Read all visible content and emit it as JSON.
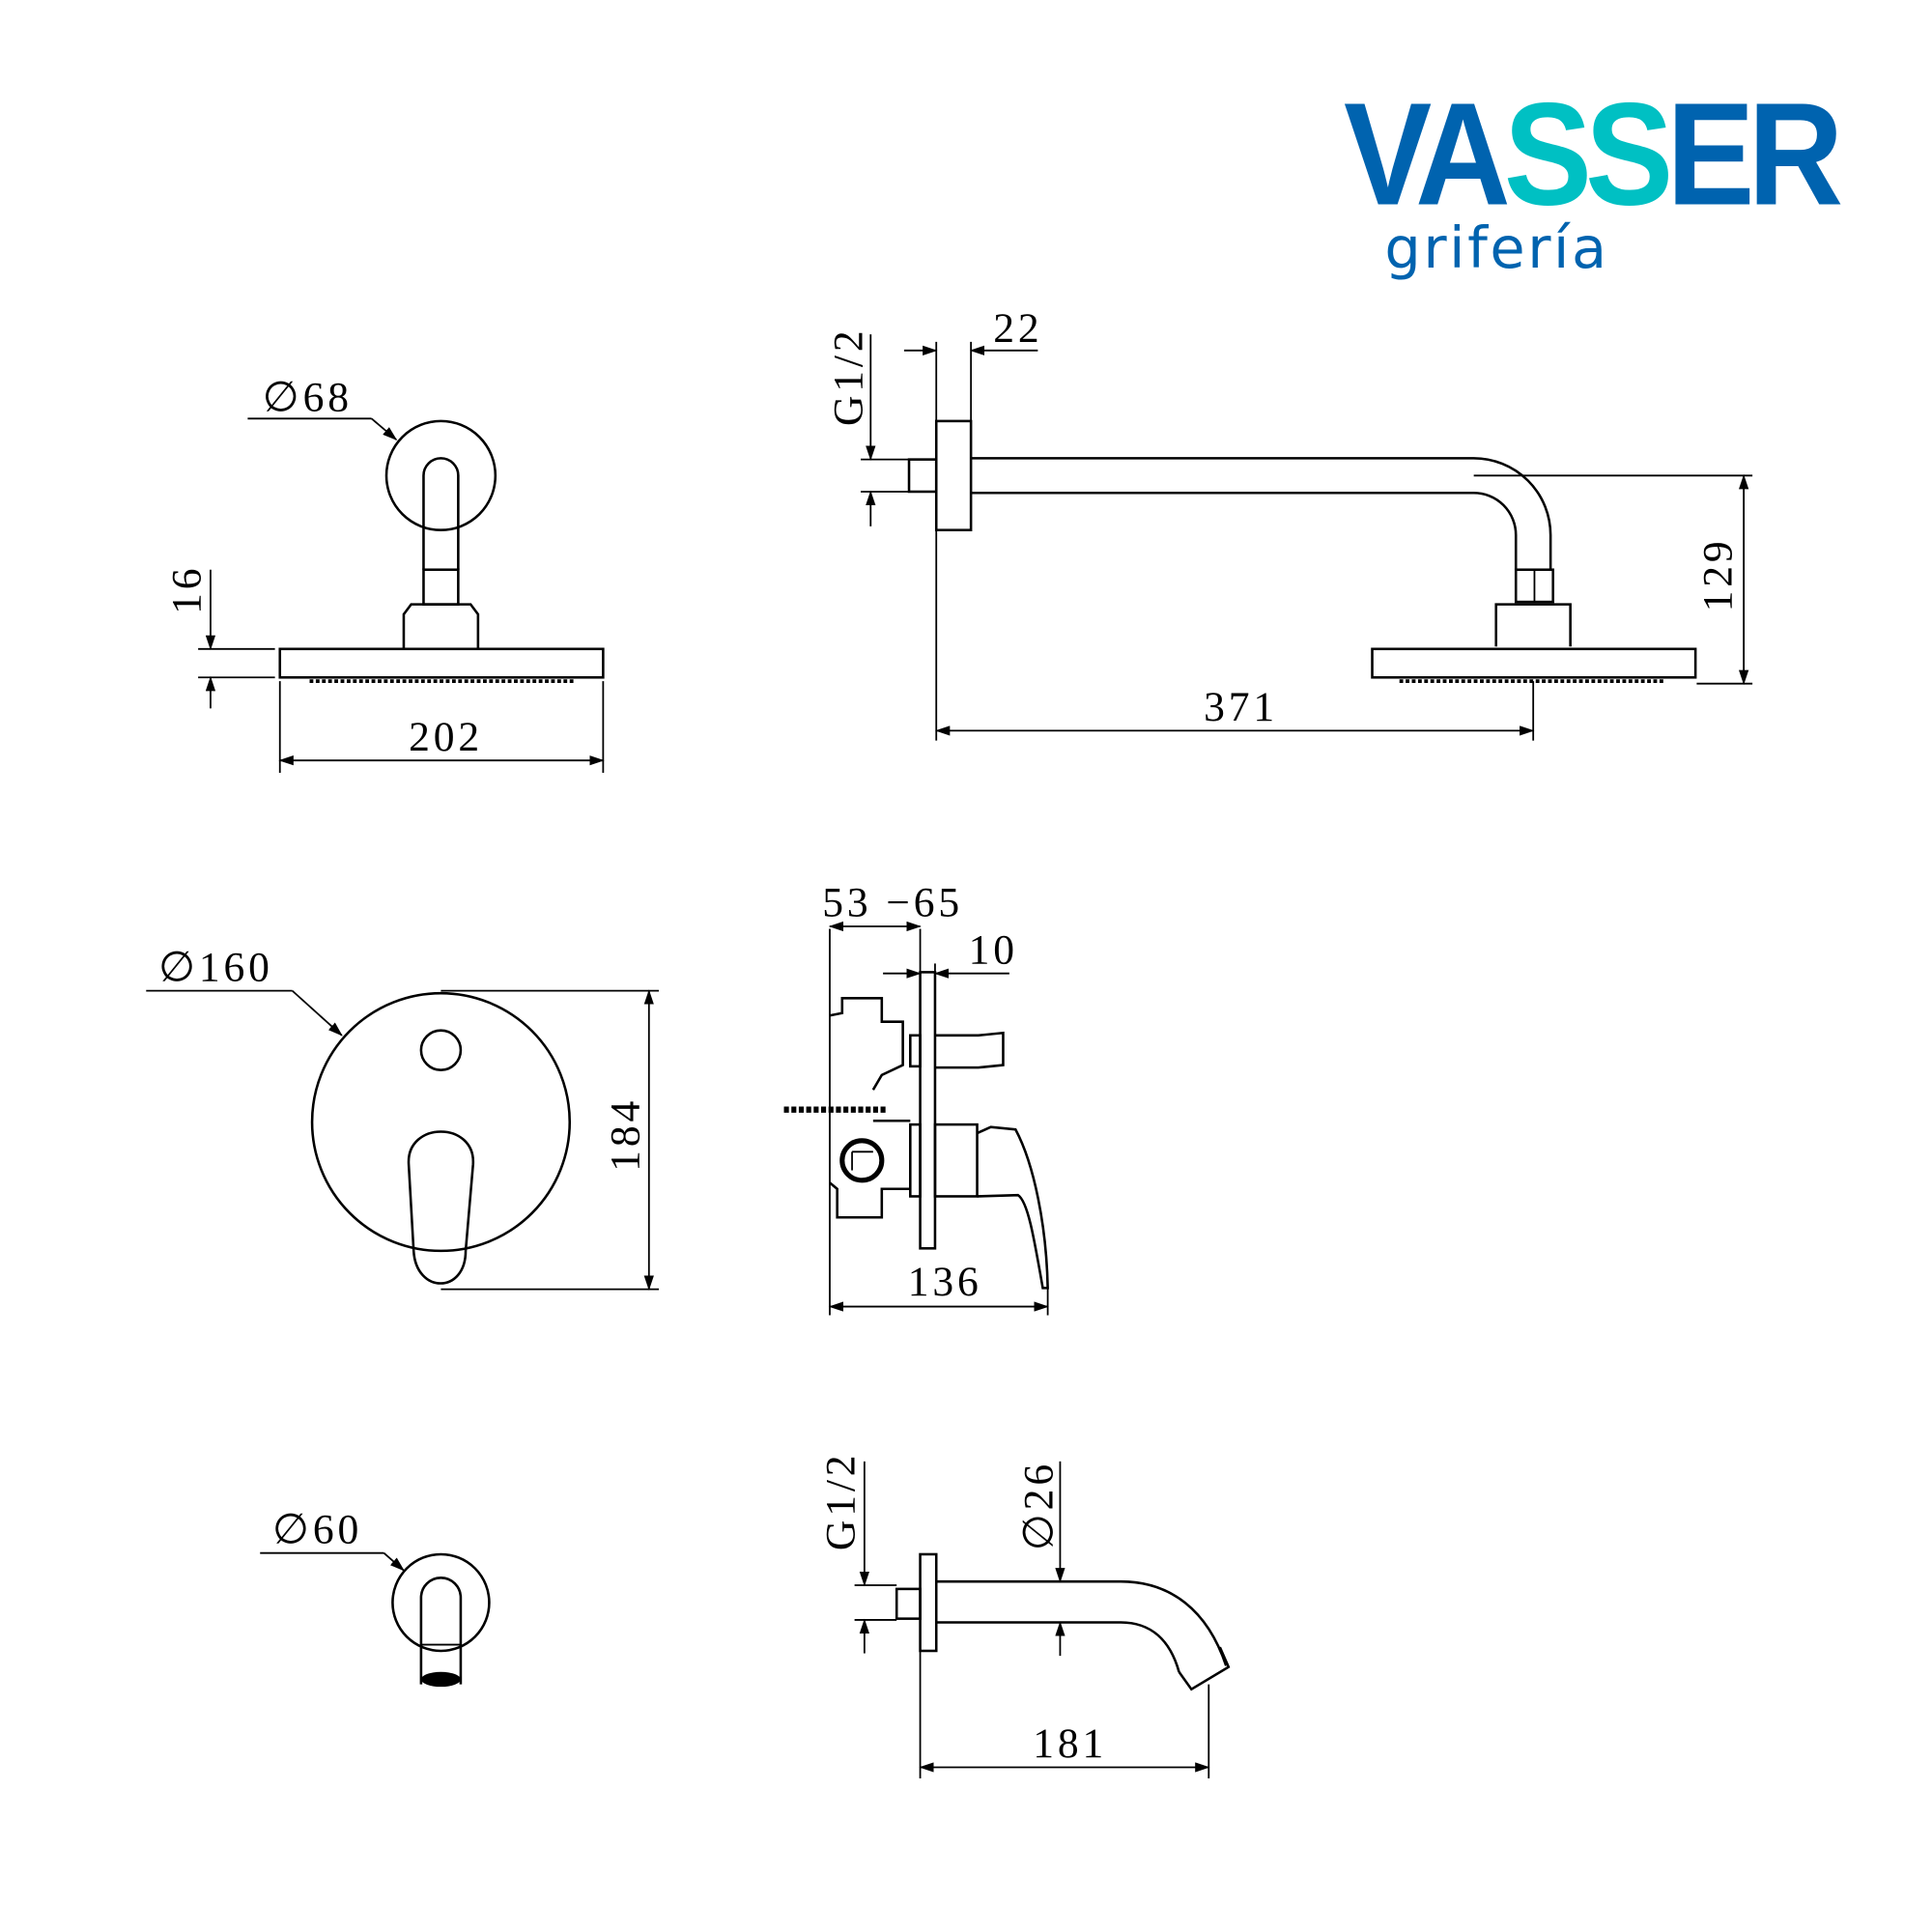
{
  "logo": {
    "brand_part1": "VA",
    "brand_part2": "SS",
    "brand_part3": "ER",
    "subtitle": "grifería",
    "colors": {
      "blue": "#0063af",
      "teal": "#00c0c3"
    }
  },
  "shower_head_front": {
    "diameter": "∅68",
    "height": "16",
    "width": "202"
  },
  "shower_arm_side": {
    "thread": "G1/2",
    "flange": "22",
    "drop": "129",
    "reach": "371"
  },
  "mixer_front": {
    "diameter": "∅160",
    "height": "184"
  },
  "mixer_side": {
    "depth_range": "53 −65",
    "plate": "10",
    "total_depth": "136"
  },
  "spout_front": {
    "diameter": "∅60"
  },
  "spout_side": {
    "thread": "G1/2",
    "pipe_diameter": "∅26",
    "length": "181"
  }
}
